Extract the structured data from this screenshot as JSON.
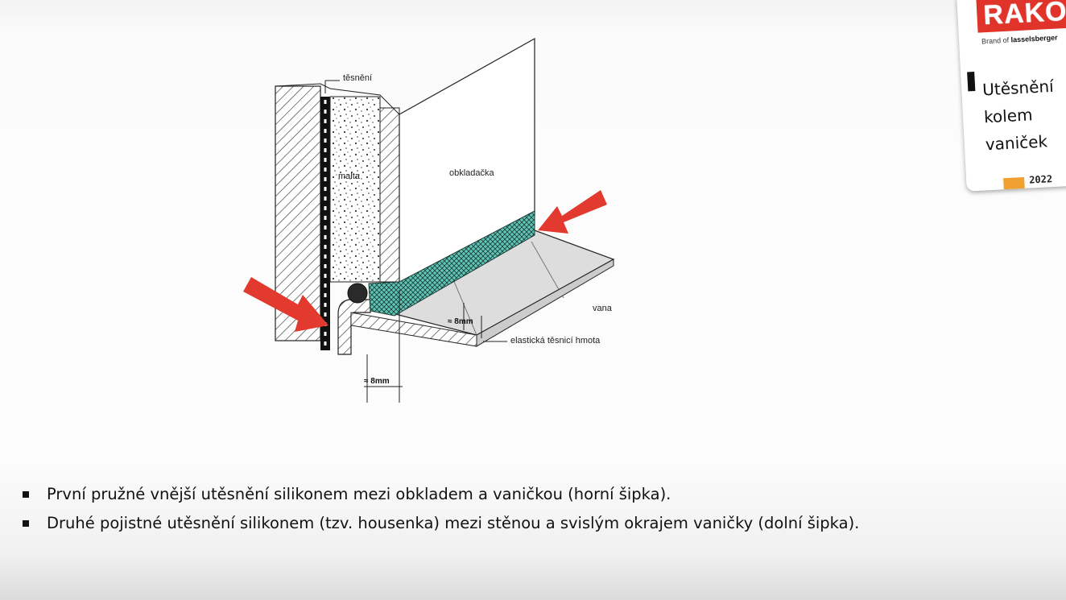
{
  "diagram": {
    "labels": {
      "tesneni": "těsnění",
      "malta": "malta",
      "obkladacka": "obkladačka",
      "vana": "vana",
      "hmota": "elastická těsnicí hmota",
      "dim_vertical": "≈ 8mm",
      "dim_bottom": "≈ 8mm"
    },
    "colors": {
      "arrow": "#e33a30",
      "sealant": "#5fc6b6"
    }
  },
  "badge": {
    "brand": "RAKO",
    "subtitle_prefix": "Brand of",
    "subtitle_company": "lasselsberger",
    "title_lines": [
      "Utěsnění",
      "kolem",
      "vaniček"
    ],
    "year": "2022"
  },
  "bullets": [
    "První pružné vnější utěsnění silikonem mezi obkladem a vaničkou (horní šipka).",
    "Druhé pojistné utěsnění silikonem (tzv. housenka) mezi stěnou a svislým okrajem vaničky (dolní šipka)."
  ]
}
